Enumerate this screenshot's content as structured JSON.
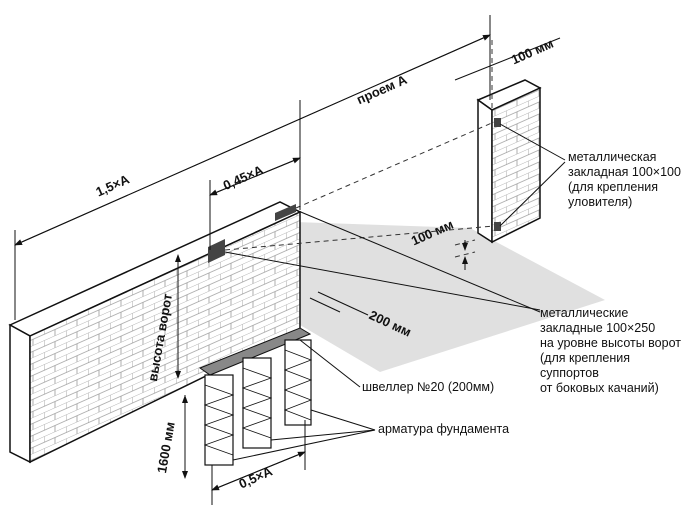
{
  "dimensions": {
    "opening": "проем А",
    "pillar_offset": "100 мм",
    "wall_length": "1,5×А",
    "embed_offset": "0,45×А",
    "embed_height": "100 мм",
    "gate_height": "высота ворот",
    "gap": "200 мм",
    "foundation_depth": "1600 мм",
    "foundation_length": "0,5×А"
  },
  "callouts": {
    "pillar_embed": [
      "металлическая",
      "закладная 100×100",
      "(для крепления",
      "уловителя)"
    ],
    "wall_embeds": [
      "металлические",
      "закладные 100×250",
      "на уровне высоты ворот",
      "(для крепления",
      "суппортов",
      "от боковых качаний)"
    ],
    "channel": "швеллер №20 (200мм)",
    "rebar": "арматура фундамента"
  }
}
